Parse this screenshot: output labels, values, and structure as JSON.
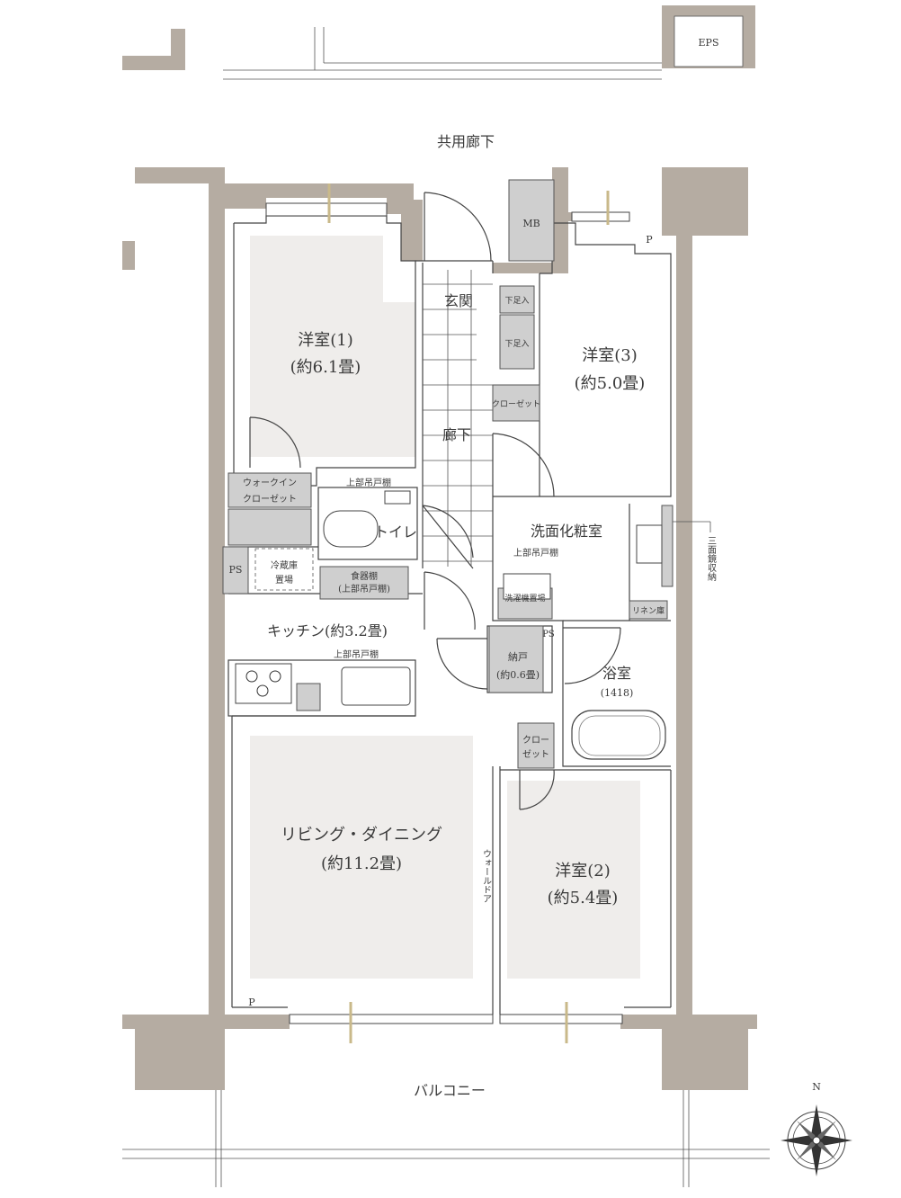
{
  "top": {
    "eps": "EPS",
    "corridor": "共用廊下",
    "mb": "MB"
  },
  "rooms": {
    "western1": {
      "name": "洋室(1)",
      "size": "(約6.1畳)"
    },
    "western2": {
      "name": "洋室(2)",
      "size": "(約5.4畳)"
    },
    "western3": {
      "name": "洋室(3)",
      "size": "(約5.0畳)"
    },
    "living": {
      "name": "リビング・ダイニング",
      "size": "(約11.2畳)"
    },
    "kitchen": "キッチン(約3.2畳)",
    "entrance": "玄関",
    "hallway": "廊下",
    "toilet": "トイレ",
    "washroom": "洗面化粧室",
    "bath": {
      "name": "浴室",
      "size": "(1418)"
    },
    "storage": {
      "name": "納戸",
      "size": "(約0.6畳)"
    }
  },
  "labels": {
    "shoe1": "下足入",
    "shoe2": "下足入",
    "closet3": "クローゼット",
    "closet2_a": "クロー",
    "closet2_b": "ゼット",
    "walkin_a": "ウォークイン",
    "walkin_b": "クローゼット",
    "upper_shelf_toilet": "上部吊戸棚",
    "upper_shelf_wash": "上部吊戸棚",
    "upper_shelf_kitchen": "上部吊戸棚",
    "fridge_a": "冷蔵庫",
    "fridge_b": "置場",
    "dish_a": "食器棚",
    "dish_b": "(上部吊戸棚)",
    "washer": "洗濯機置場",
    "linen": "リネン庫",
    "mirror": "三面鏡収納",
    "wall_door": "ウォールドア",
    "ps1": "PS",
    "ps2": "PS",
    "p1": "P",
    "p2": "P"
  },
  "bottom": {
    "balcony": "バルコニー",
    "north": "N"
  }
}
